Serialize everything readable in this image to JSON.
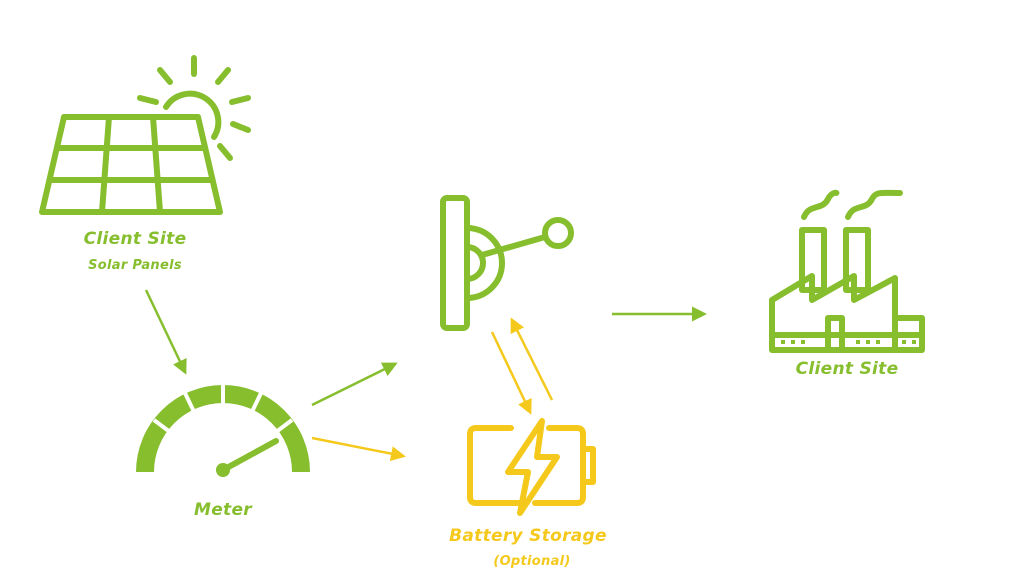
{
  "colors": {
    "green": "#86BE2E",
    "yellow": "#F5C91C",
    "background": "#ffffff"
  },
  "icons": {
    "solar": "solar-panel-icon",
    "meter": "meter-gauge-icon",
    "switch": "switch-lever-icon",
    "battery": "battery-icon",
    "factory": "factory-icon"
  },
  "nodes": {
    "solar": {
      "title": "Client Site",
      "subtitle": "Solar Panels"
    },
    "meter": {
      "title": "Meter"
    },
    "battery": {
      "title": "Battery Storage",
      "subtitle": "(Optional)"
    },
    "factory": {
      "title": "Client Site"
    }
  }
}
